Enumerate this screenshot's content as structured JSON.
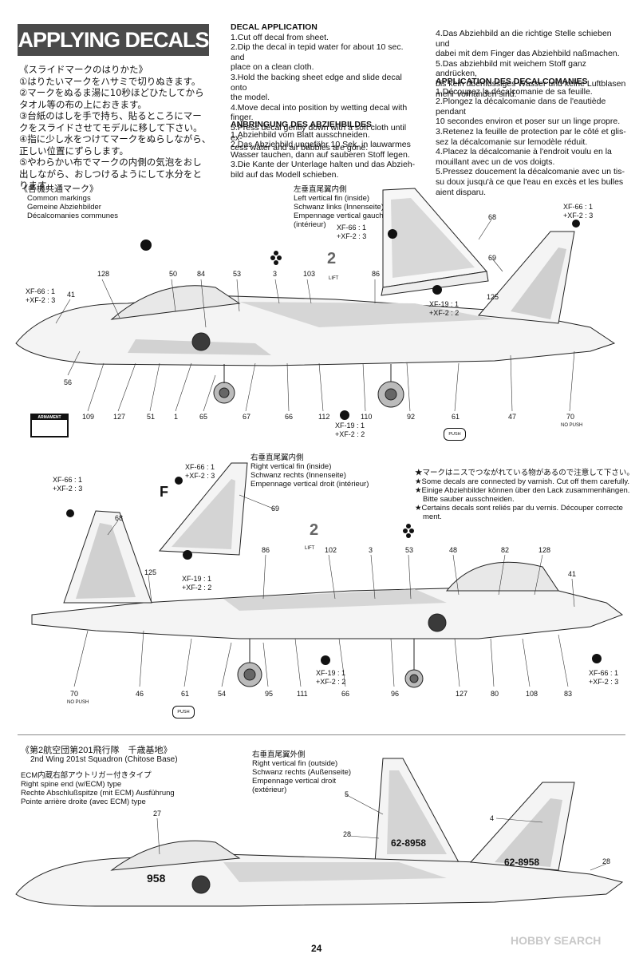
{
  "header": {
    "title": "APPLYING DECALS"
  },
  "jp_instructions": {
    "heading": "《スライドマークのはりかた》",
    "steps": [
      "①はりたいマークをハサミで切りぬきます。",
      "②マークをぬるま湯に10秒ほどひたしてから",
      "タオル等の布の上におきます。",
      "③台紙のはしを手で持ち、貼るところにマー",
      "クをスライドさせてモデルに移して下さい。",
      "④指に少し水をつけてマークをぬらしながら、",
      "正しい位置にずらします。",
      "⑤やわらかい布でマークの内側の気泡をおし",
      "出しながら、おしつけるようにして水分をと",
      "ります。"
    ]
  },
  "en_instructions": {
    "heading": "DECAL APPLICATION",
    "lines": [
      "1.Cut off decal from sheet.",
      "2.Dip the decal in tepid water for about 10 sec. and",
      "place on a clean cloth.",
      "3.Hold the backing sheet edge and slide decal onto",
      "the model.",
      "4.Move decal into position by wetting decal with",
      "finger.",
      "5.Press decal gently down with a soft cloth until ex-",
      "cess water and air bubbles are gone."
    ]
  },
  "de_instructions": {
    "heading": "ANBRINGUNG DES ABZIEHBILDES",
    "lines": [
      "1.Abziehbild vom Blatt ausschneiden.",
      "2.Das Abziehbild ungefähr 10 Sek. in lauwarmes",
      "Wasser tauchen, dann auf sauberen Stoff legen.",
      "3.Die Kante der Unterlage halten und das Abzieh-",
      "bild auf das Modell schieben.",
      "4.Das Abziehbild an die richtige Stelle schieben und",
      "dabei mit dem Finger das Abziehbild naßmachen.",
      "5.Das abziehbild mit weichem Stoff ganz andrücken,",
      "bis kein überflüssiges Wasser und keine Luftblasen",
      "mehr vorhanden sind."
    ]
  },
  "fr_instructions": {
    "heading": "APPLICATION DES DECALCOMANIES",
    "lines": [
      "1.Découpez la décalcomanie de sa feuille.",
      "2.Plongez la décalcomanie dans de l'eautiède pendant",
      "10 secondes environ et poser sur un linge propre.",
      "3.Retenez la feuille de protection par le côté et glis-",
      "sez la décalcomanie sur lemodèle réduit.",
      "4.Placez la décalcomanie à l'endroit voulu en la",
      "mouillant avec un de vos doigts.",
      "5.Pressez doucement la décalcomanie avec un tis-",
      "su doux jusqu'à ce que l'eau en excès et les bulles",
      "aient disparu."
    ]
  },
  "common": {
    "jp": "《各機共通マーク》",
    "en": "Common markings",
    "de": "Gemeine Abziehbilder",
    "fr": "Décalcomanies communes"
  },
  "left_fin_inside": {
    "jp": "左垂直尾翼内側",
    "en": "Left vertical fin (inside)",
    "de": "Schwanz links (Innenseite)",
    "fr1": "Empennage vertical gauche",
    "fr2": "(intérieur)"
  },
  "right_fin_inside": {
    "jp": "右垂直尾翼内側",
    "en": "Right vertical fin (inside)",
    "de": "Schwanz rechts (Innenseite)",
    "fr": "Empennage vertical droit (intérieur)"
  },
  "right_fin_outside": {
    "jp": "右垂直尾翼外側",
    "en": "Right vertical fin (outside)",
    "de": "Schwanz rechts (Außenseite)",
    "fr1": "Empennage vertical droit",
    "fr2": "(extérieur)"
  },
  "varnish_note": {
    "jp": "★マークはニスでつながれている物があるので注意して下さい。",
    "en": "★Some decals are connected by varnish. Cut off them carefully.",
    "de1": "★Einige Abziehbilder können über den Lack zusammenhängen.",
    "de2": "Bitte sauber ausschneiden.",
    "fr1": "★Certains decals sont reliés par du vernis. Découper correcte",
    "fr2": "ment."
  },
  "squadron": {
    "jp": "《第2航空団第201飛行隊　千歳基地》",
    "en": "2nd Wing 201st Squadron (Chitose Base)",
    "ecm_jp": "ECM内蔵右部アウトリガー付きタイプ",
    "ecm_en": "Right spine end (w/ECM) type",
    "ecm_de": "Rechte Abschlußspitze (mit ECM) Ausführung",
    "ecm_fr": "Pointe arrière droite (avec ECM) type"
  },
  "colors": {
    "xf66_top": "XF-66 : 1",
    "xf66_bot": "+XF-2 : 3",
    "xf19_top": "XF-19 : 1",
    "xf19_bot": "+XF-2 : 2"
  },
  "labels": {
    "armament": "ARMAMENT",
    "no_push": "NO PUSH",
    "push": "PUSH",
    "lift": "LIFT",
    "serial": "62-8958",
    "nose_number": "958",
    "two": "2",
    "f_letter": "F"
  },
  "callouts_top": [
    "128",
    "50",
    "84",
    "53",
    "3",
    "103",
    "86",
    "41",
    "56",
    "109",
    "127",
    "51",
    "1",
    "65",
    "67",
    "66",
    "112",
    "110",
    "92",
    "61",
    "47",
    "70",
    "68",
    "69",
    "125"
  ],
  "callouts_mid": [
    "68",
    "69",
    "86",
    "102",
    "3",
    "53",
    "48",
    "82",
    "128",
    "125",
    "41",
    "70",
    "46",
    "61",
    "54",
    "95",
    "111",
    "66",
    "96",
    "127",
    "80",
    "108",
    "83"
  ],
  "callouts_bot": [
    "5",
    "4",
    "27",
    "28",
    "28"
  ],
  "footer": {
    "page_number": "24",
    "watermark": "HOBBY SEARCH"
  }
}
